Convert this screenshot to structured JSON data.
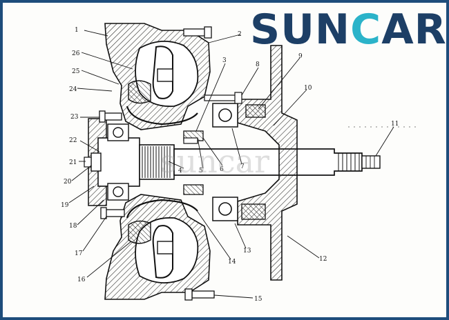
{
  "brand": {
    "logo_text_before": "SUN",
    "logo_text_accent": "C",
    "logo_text_after": "AR",
    "primary_color": "#1d3f66",
    "accent_color": "#2bb3c9",
    "frame_color": "#1e4d7b"
  },
  "watermark": "suncar",
  "diagram": {
    "subject": "fluid-coupling-cross-section",
    "callouts": [
      "1",
      "2",
      "3",
      "4",
      "5",
      "6",
      "7",
      "8",
      "9",
      "10",
      "11",
      "12",
      "13",
      "14",
      "15",
      "16",
      "17",
      "18",
      "19",
      "20",
      "21",
      "22",
      "23",
      "24",
      "25",
      "26"
    ]
  }
}
